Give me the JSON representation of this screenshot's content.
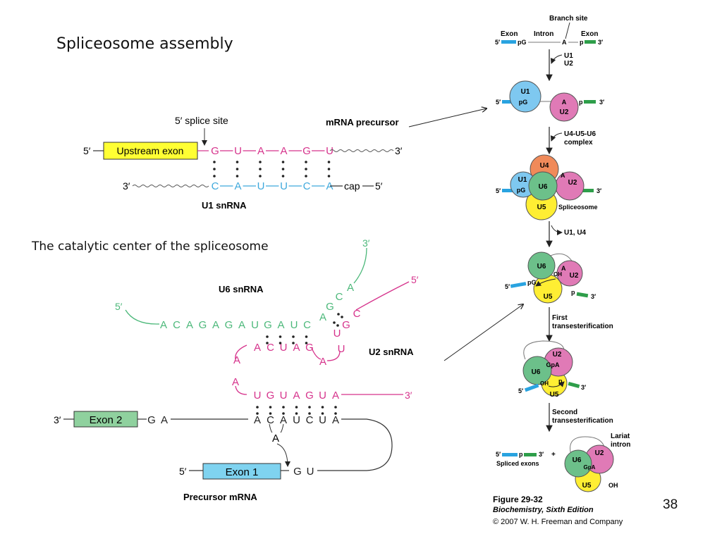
{
  "slide": {
    "title": "Spliceosome assembly",
    "subtitle": "The catalytic center of the spliceosome",
    "page_number": "38"
  },
  "u1_panel": {
    "splice_site_label": "5′ splice site",
    "mrna_precursor_label": "mRNA precursor",
    "exon_label": "Upstream exon",
    "five_prime": "5′",
    "three_prime": "3′",
    "top_nucleotides": [
      "G",
      "U",
      "A",
      "A",
      "G",
      "U"
    ],
    "bottom_nucleotides": [
      "C",
      "A",
      "U",
      "U",
      "C",
      "A"
    ],
    "cap_label": "cap",
    "u1_label": "U1 snRNA"
  },
  "catalytic_panel": {
    "u6_label": "U6 snRNA",
    "u2_label": "U2 snRNA",
    "precursor_label": "Precursor mRNA",
    "exon1_label": "Exon 1",
    "exon2_label": "Exon 2",
    "five_prime": "5′",
    "three_prime": "3′",
    "u6_linear": [
      "A",
      "C",
      "A",
      "G",
      "A",
      "G",
      "A",
      "U",
      "G",
      "A",
      "U",
      "C"
    ],
    "u6_hairpin": [
      "A",
      "G",
      "C",
      "A"
    ],
    "u2_top": [
      "A",
      "C",
      "U",
      "A",
      "G"
    ],
    "u2_loop": [
      "A",
      "A",
      "G"
    ],
    "u2_arm": [
      "C",
      "G",
      "U",
      "U",
      "A"
    ],
    "u2_bottom": [
      "U",
      "G",
      "U",
      "A",
      "G",
      "U",
      "A"
    ],
    "branch": [
      "A",
      "C",
      "A",
      "U",
      "C",
      "U",
      "A"
    ],
    "branch_bulge": "A",
    "exon2_nts": [
      "G",
      "A"
    ],
    "exon1_nts": [
      "G",
      "U"
    ]
  },
  "pathway": {
    "branch_site_label": "Branch site",
    "exon_label": "Exon",
    "intron_label": "Intron",
    "five_prime": "5′",
    "three_prime": "3′",
    "pg": "pG",
    "a": "A",
    "p": "p",
    "step1": [
      "U1",
      "U2"
    ],
    "step2": [
      "U4-U5-U6",
      "complex"
    ],
    "step3": "U1, U4",
    "step4": [
      "First",
      "transesterification"
    ],
    "step5": [
      "Second",
      "transesterification"
    ],
    "spliceosome_label": "Spliceosome",
    "spliced_exons_label": "Spliced exons",
    "lariat_label": [
      "Lariat",
      "intron"
    ],
    "snrnps": {
      "u1": "U1",
      "u2": "U2",
      "u4": "U4",
      "u5": "U5",
      "u6": "U6"
    },
    "oh": "OH",
    "gpa": "GpA",
    "plus": "+",
    "figure_label": "Figure 29-32",
    "book_title": "Biochemistry, Sixth Edition",
    "copyright": "© 2007 W. H. Freeman and Company"
  },
  "colors": {
    "exon_yellow": "#ffff33",
    "magenta": "#d6338c",
    "cyan": "#3fa9dc",
    "green": "#4cb87a",
    "exon_blue": "#29a3e0",
    "exon_green": "#2e9e4a",
    "exon2_fill": "#8fd19e",
    "exon1_fill": "#7fd3f0",
    "u1_fill": "#7ec8f0",
    "u2_fill": "#e07ab6",
    "u4_fill": "#f08a5a",
    "u5_fill": "#ffee33",
    "u6_fill": "#6cc08a"
  }
}
